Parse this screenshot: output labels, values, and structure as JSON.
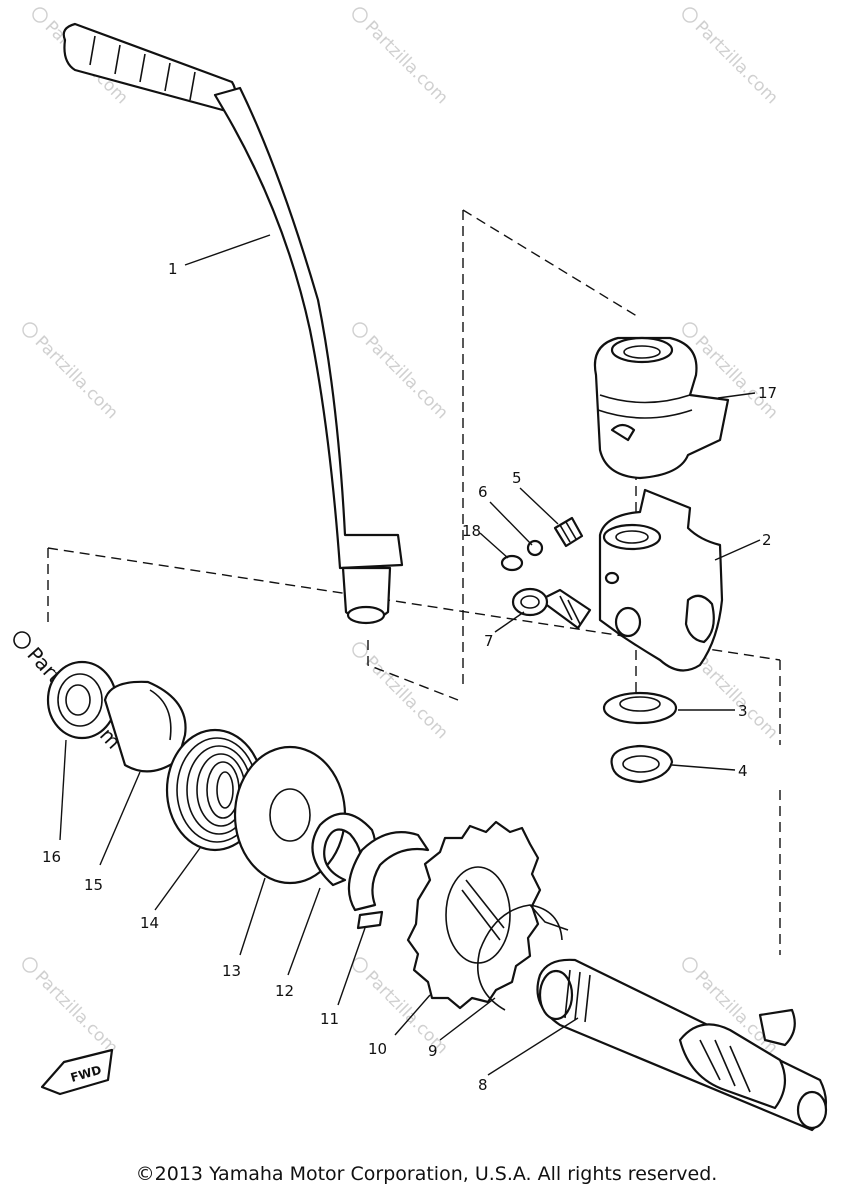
{
  "watermark": "Partzilla.com",
  "callouts": [
    "1",
    "2",
    "3",
    "4",
    "5",
    "6",
    "7",
    "8",
    "9",
    "10",
    "11",
    "12",
    "13",
    "14",
    "15",
    "16",
    "17",
    "18"
  ],
  "fwd_label": "FWD",
  "copyright": "©2013 Yamaha Motor Corporation, U.S.A. All rights reserved."
}
